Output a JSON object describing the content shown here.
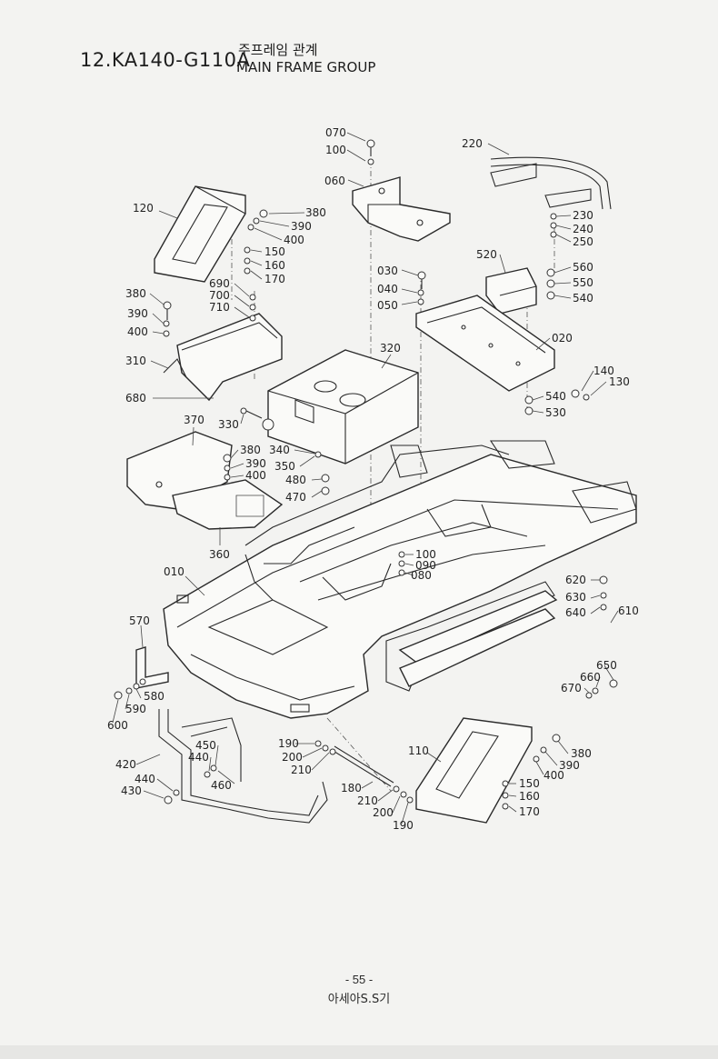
{
  "header": {
    "code": "12.KA140-G110A",
    "title_ko": "주프레임 관계",
    "title_en": "MAIN FRAME GROUP"
  },
  "footer": {
    "page_number": "- 55 -",
    "publisher": "아세아S.S기"
  },
  "callouts": [
    "070",
    "100",
    "060",
    "220",
    "230",
    "240",
    "250",
    "120",
    "380",
    "390",
    "400",
    "150",
    "160",
    "170",
    "030",
    "040",
    "050",
    "520",
    "560",
    "550",
    "540",
    "690",
    "700",
    "710",
    "380",
    "390",
    "400",
    "310",
    "680",
    "320",
    "020",
    "140",
    "130",
    "540",
    "530",
    "370",
    "330",
    "380",
    "340",
    "390",
    "350",
    "400",
    "480",
    "470",
    "360",
    "010",
    "100",
    "090",
    "080",
    "620",
    "630",
    "640",
    "610",
    "570",
    "650",
    "660",
    "670",
    "580",
    "590",
    "600",
    "450",
    "440",
    "460",
    "420",
    "440",
    "430",
    "190",
    "200",
    "210",
    "110",
    "380",
    "390",
    "400",
    "150",
    "160",
    "170",
    "180",
    "210",
    "200",
    "190"
  ]
}
